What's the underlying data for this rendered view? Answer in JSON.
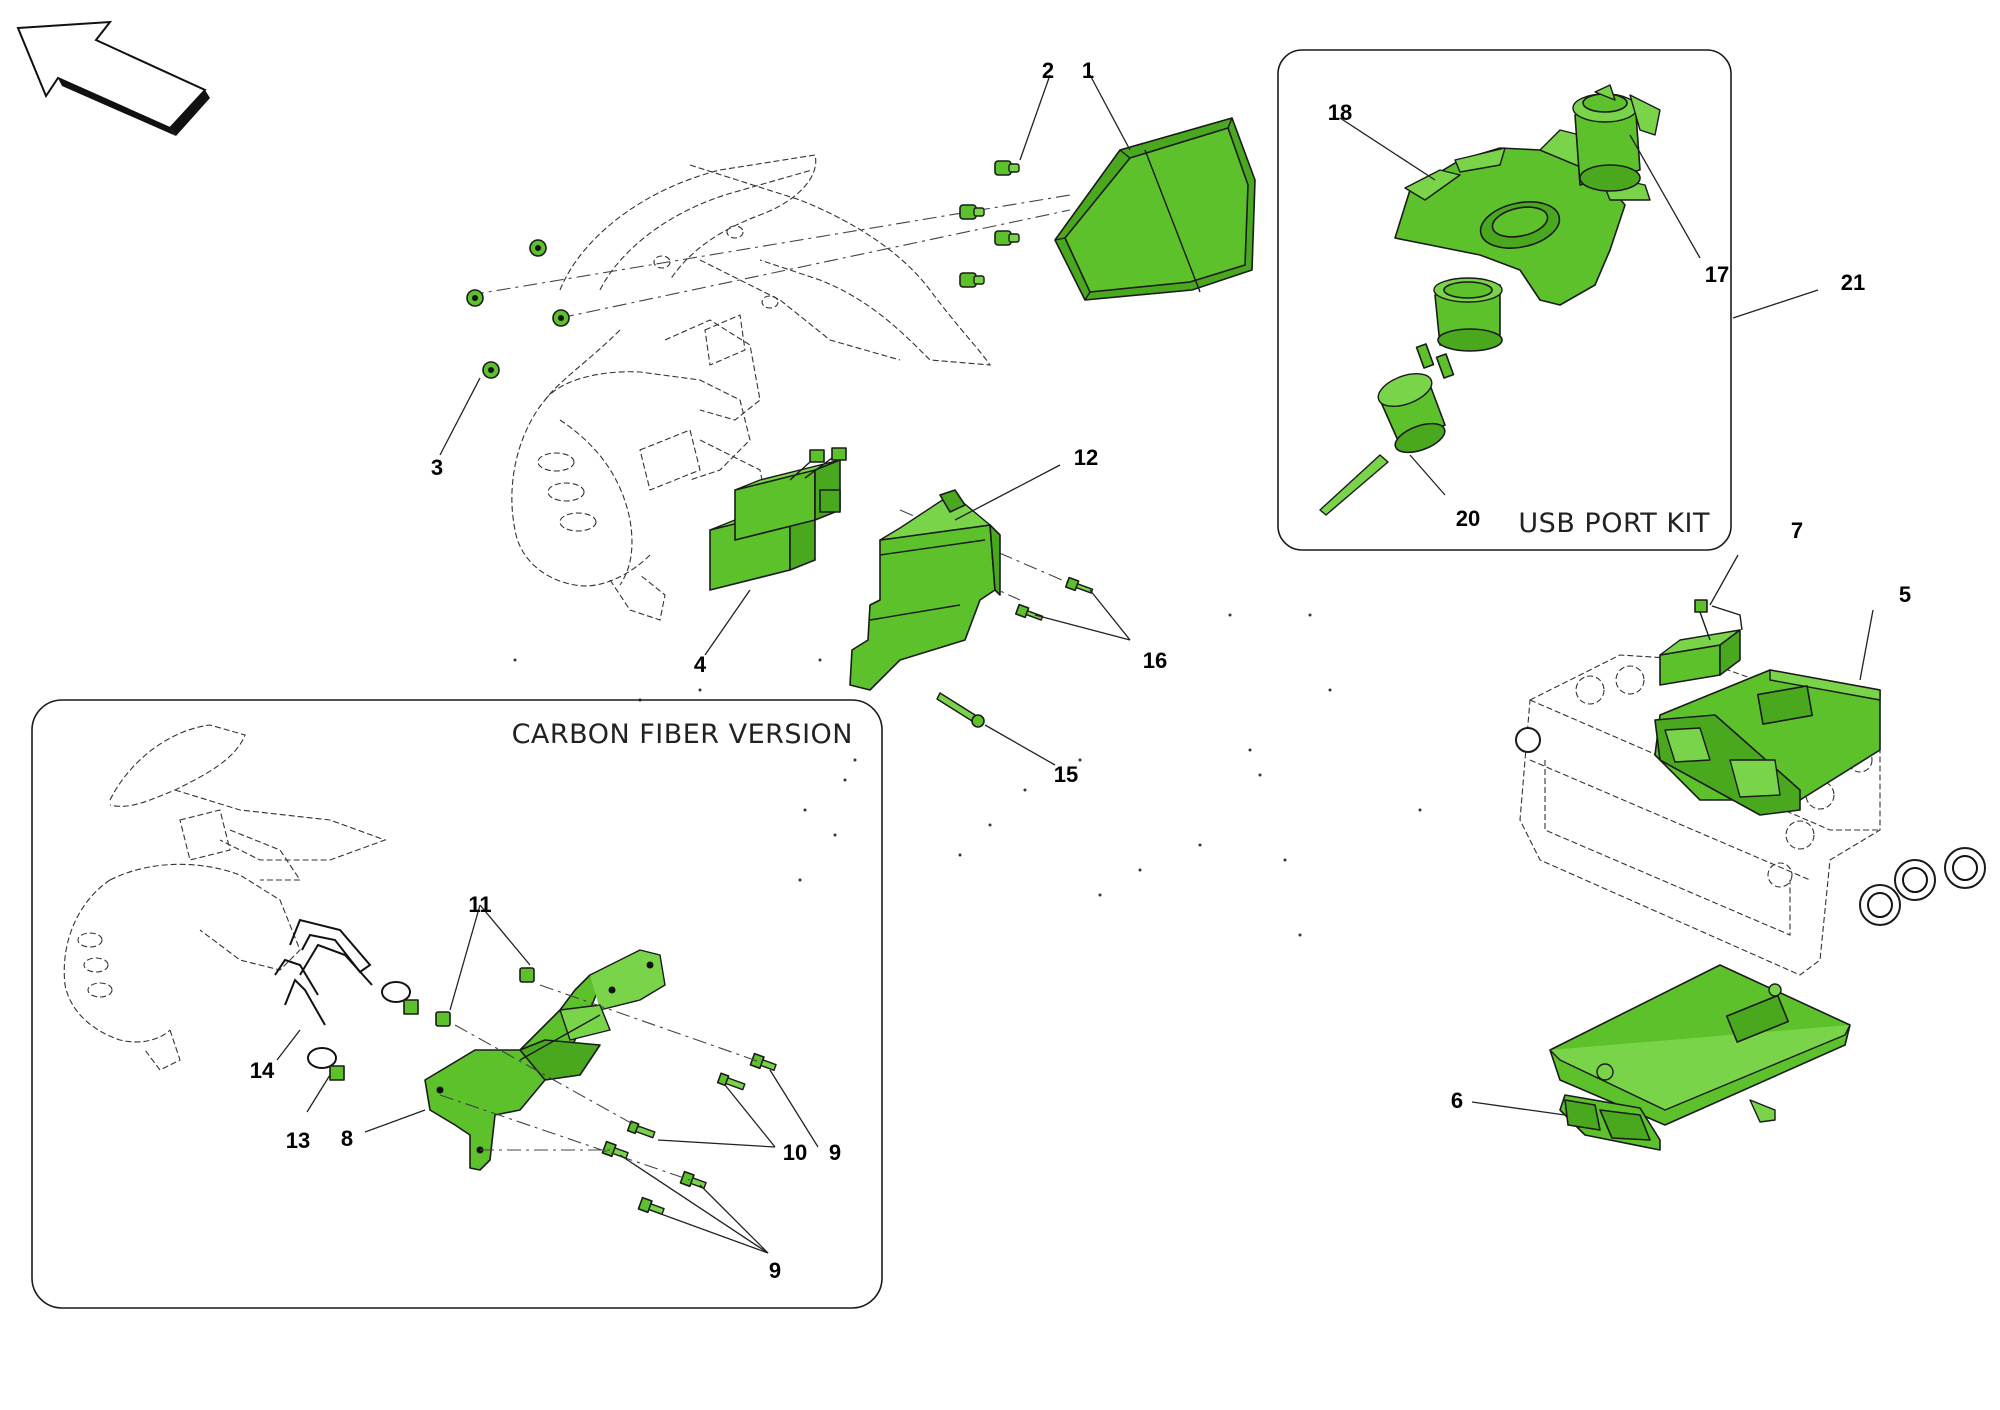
{
  "panels": {
    "carbon_fiber": {
      "title": "CARBON FIBER VERSION"
    },
    "usb_kit": {
      "title": "USB PORT KIT"
    }
  },
  "callouts": {
    "c1": "1",
    "c2": "2",
    "c3": "3",
    "c4": "4",
    "c5": "5",
    "c6": "6",
    "c7": "7",
    "c8": "8",
    "c9a": "9",
    "c9b": "9",
    "c10": "10",
    "c11": "11",
    "c12": "12",
    "c13": "13",
    "c14": "14",
    "c15": "15",
    "c16": "16",
    "c17": "17",
    "c18": "18",
    "c20": "20",
    "c21": "21"
  },
  "colors": {
    "highlight": "#5dc12b",
    "outline": "#1a1a1a",
    "background": "#ffffff"
  },
  "icons": {
    "direction": "front-direction-arrow-icon"
  }
}
